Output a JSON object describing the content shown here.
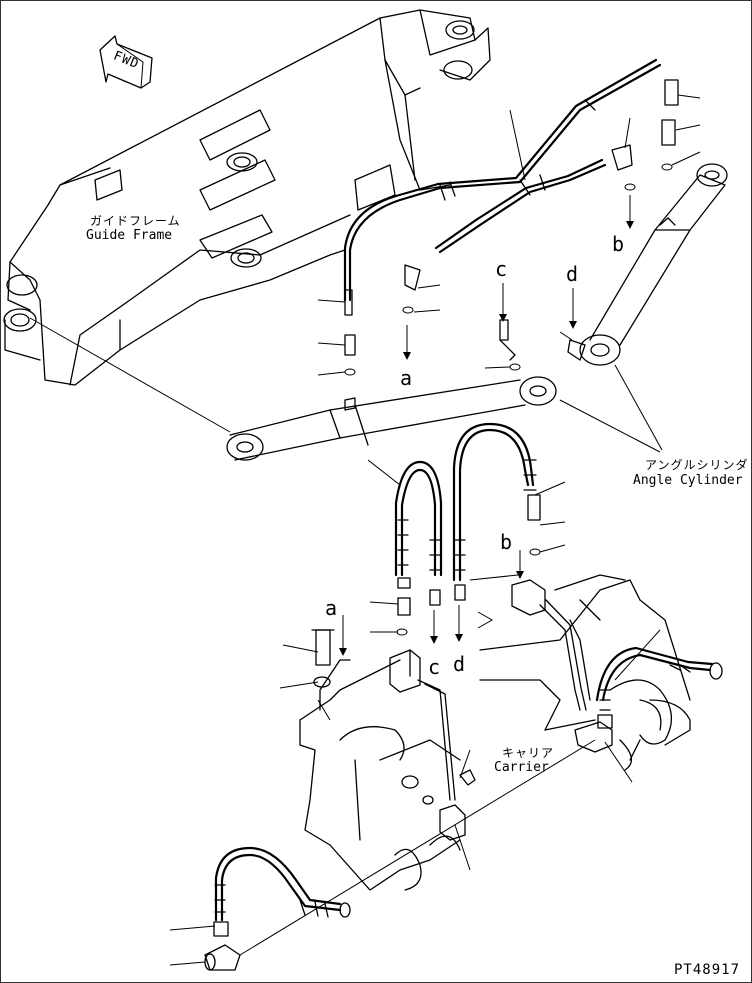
{
  "labels": {
    "fwd": "FWD",
    "guide_frame_jp": "ガイドフレーム",
    "guide_frame_en": "Guide Frame",
    "angle_cylinder_jp": "アングルシリンダ",
    "angle_cylinder_en": "Angle Cylinder",
    "carrier_jp": "キャリア",
    "carrier_en": "Carrier",
    "part_code": "PT48917"
  },
  "connection_letters": {
    "upper_a": "a",
    "upper_b": "b",
    "upper_c": "c",
    "upper_d": "d",
    "lower_a": "a",
    "lower_b": "b",
    "lower_c": "c",
    "lower_d": "d"
  }
}
